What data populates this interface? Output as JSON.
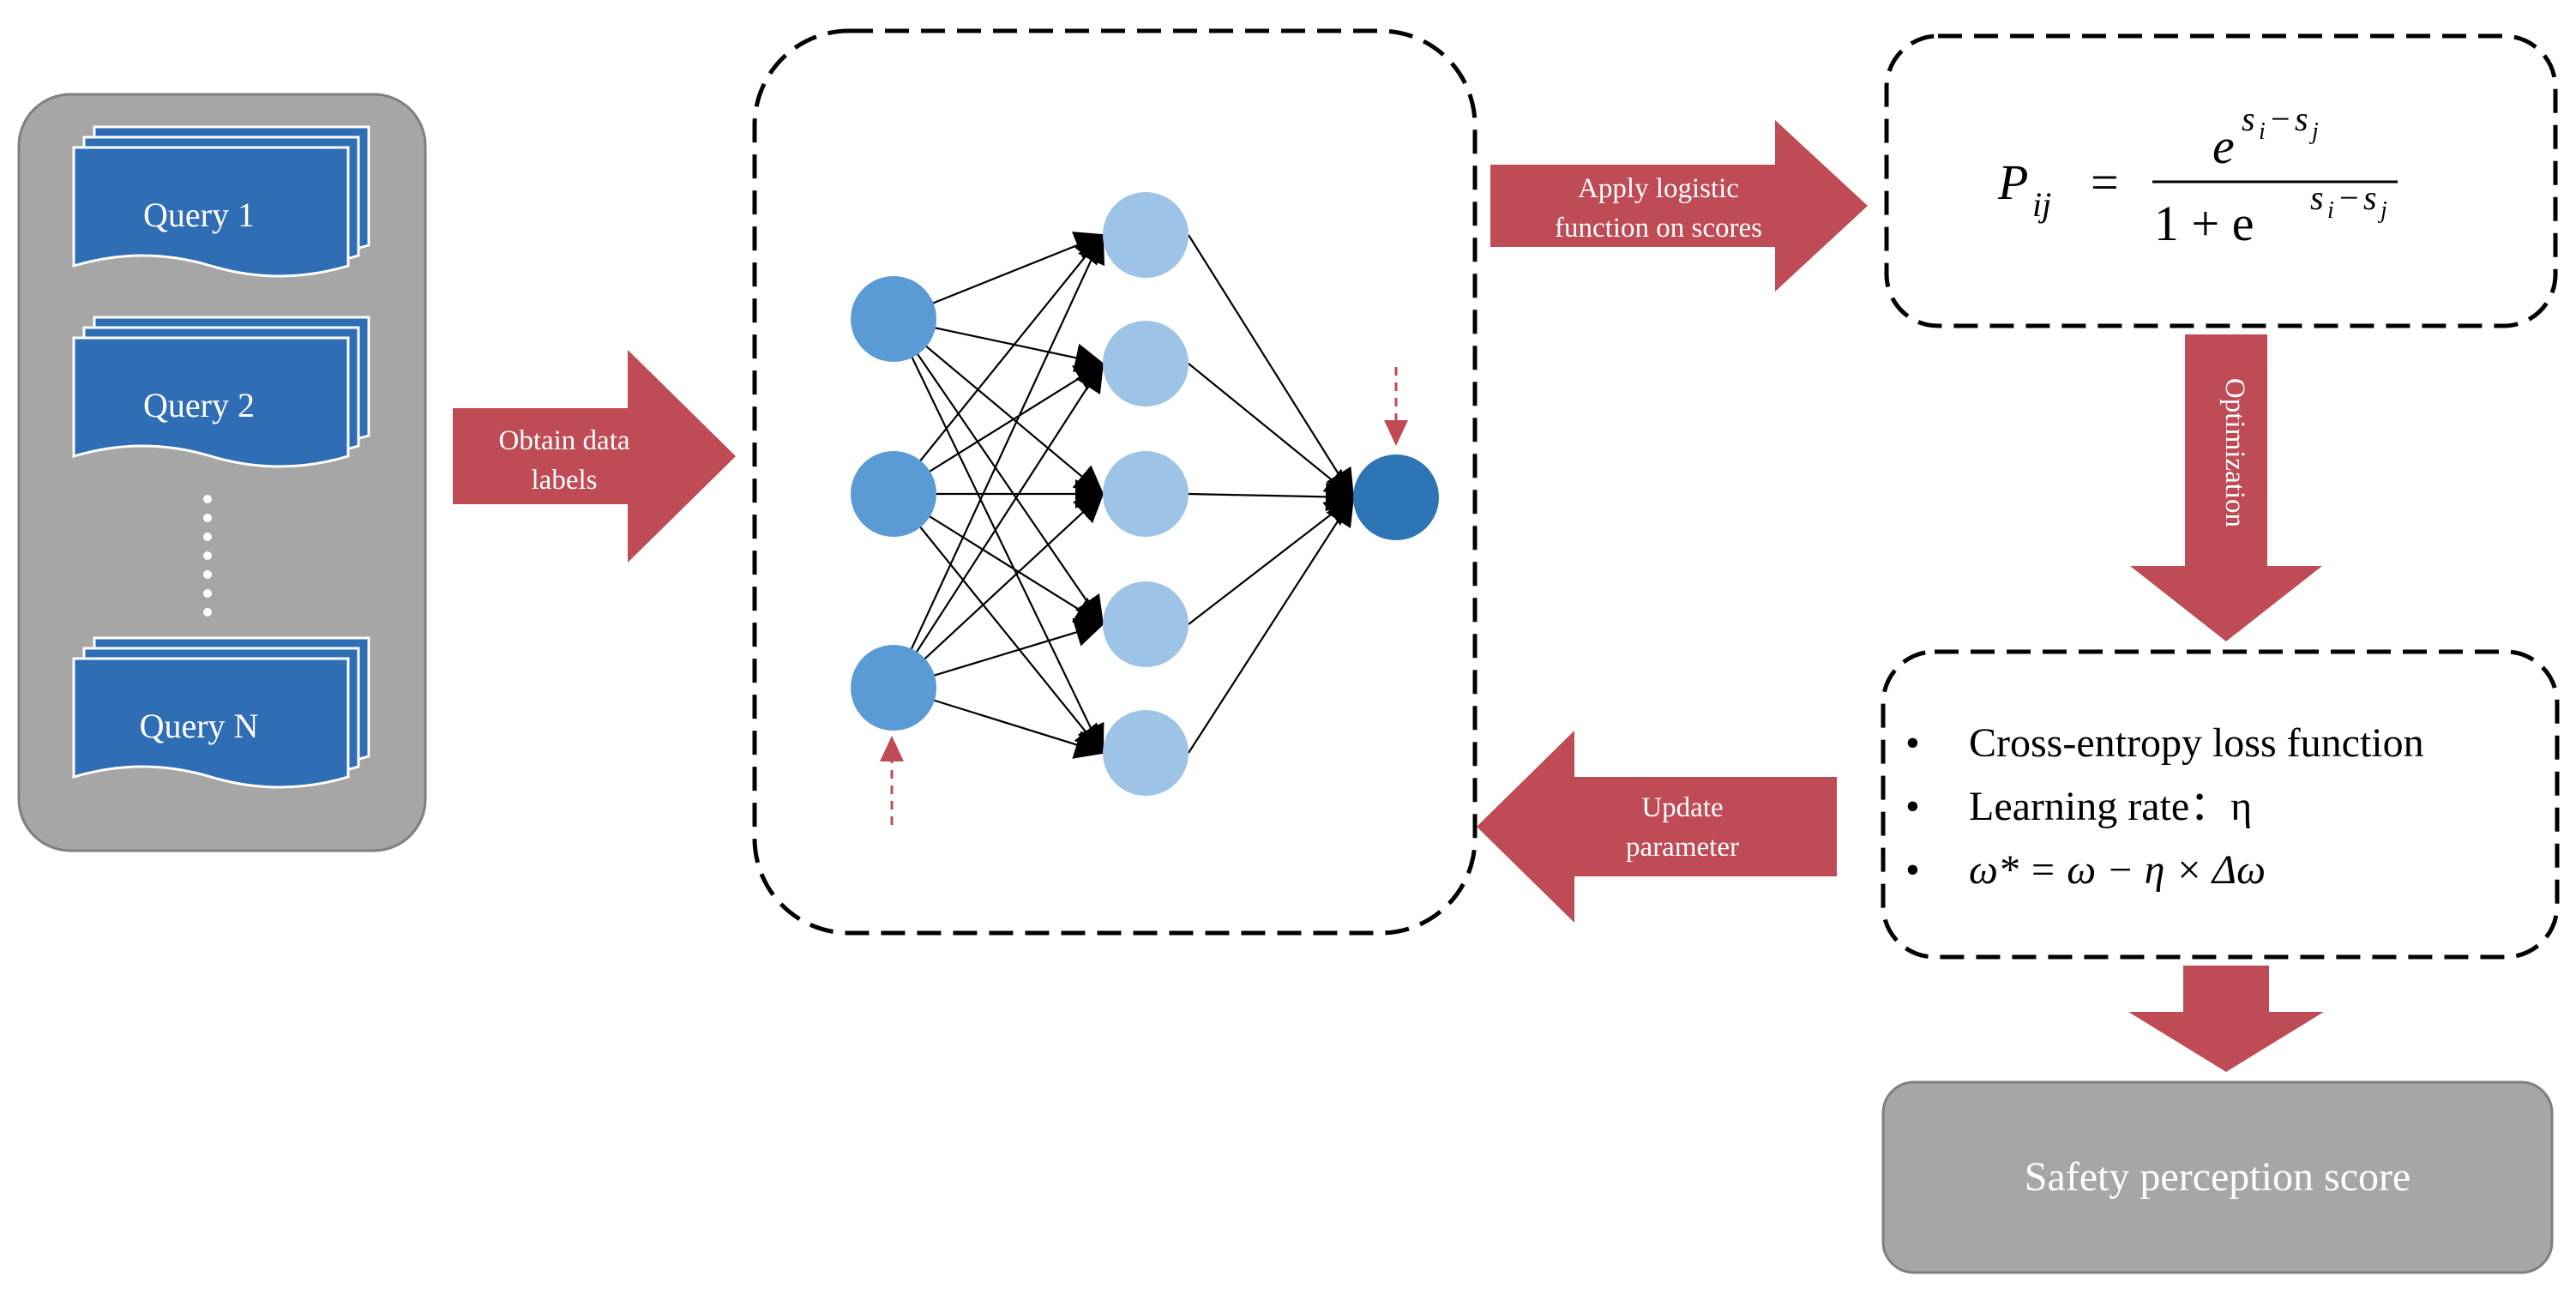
{
  "queries": {
    "items": [
      "Query 1",
      "Query 2",
      "Query N"
    ]
  },
  "arrows": {
    "obtain_line1": "Obtain data",
    "obtain_line2": "labels",
    "apply_line1": "Apply logistic",
    "apply_line2": "function on scores",
    "optimization": "Optimization",
    "update_line1": "Update",
    "update_line2": "parameter"
  },
  "formula": {
    "lhs_P": "P",
    "lhs_sub": "ij",
    "equals": "=",
    "num_e": "e",
    "num_exp": "s",
    "num_exp_i": "i",
    "num_exp_minus": "−",
    "num_exp_j": "j",
    "den_1plus": "1 + e",
    "den_exp": "s",
    "den_exp_i": "i",
    "den_exp_minus": "−",
    "den_exp_j": "j"
  },
  "loss": {
    "bullet_symbol": "•",
    "item1": "Cross-entropy loss function",
    "item2": "Learning rate：η",
    "item3": "ω* = ω − η × Δω"
  },
  "result": {
    "label": "Safety perception score"
  },
  "colors": {
    "arrow_red": "#BE4B55",
    "query_blue": "#2F6DB5",
    "panel_gray": "#A6A6A6",
    "input_node": "#5B9BD5",
    "hidden_node": "#9DC3E6",
    "output_node": "#2E75B6"
  }
}
